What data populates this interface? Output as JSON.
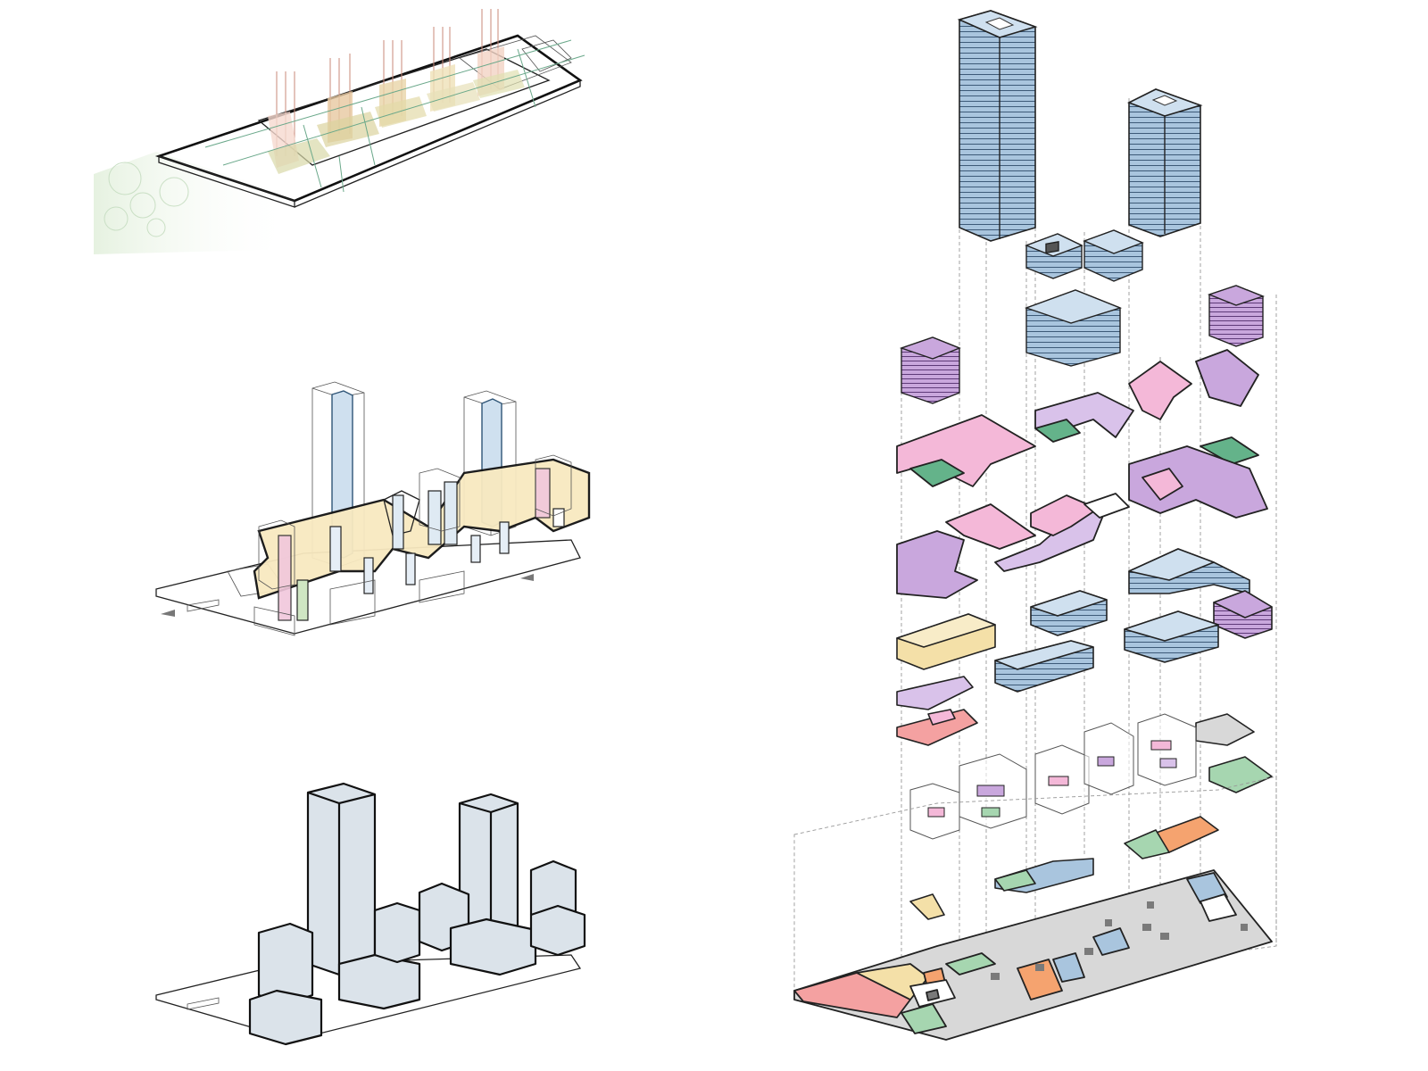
{
  "colors": {
    "office_blue": "#a9c5de",
    "residential_pink": "#f4b8d8",
    "hotel_purple": "#c9a7dd",
    "retail_yellow": "#f4e0a8",
    "green_space": "#a6d6b0",
    "dark_green": "#64b38a",
    "salmon": "#f4a1a1",
    "orange": "#f5a36f",
    "grey_core": "#7a7a7a",
    "light_grey": "#d8d8d8",
    "glass_grey": "#dbe3ea",
    "landscape_green": "#e7f2e2"
  },
  "icons": [
    "tree-cluster",
    "arrow-marker",
    "core-square"
  ]
}
